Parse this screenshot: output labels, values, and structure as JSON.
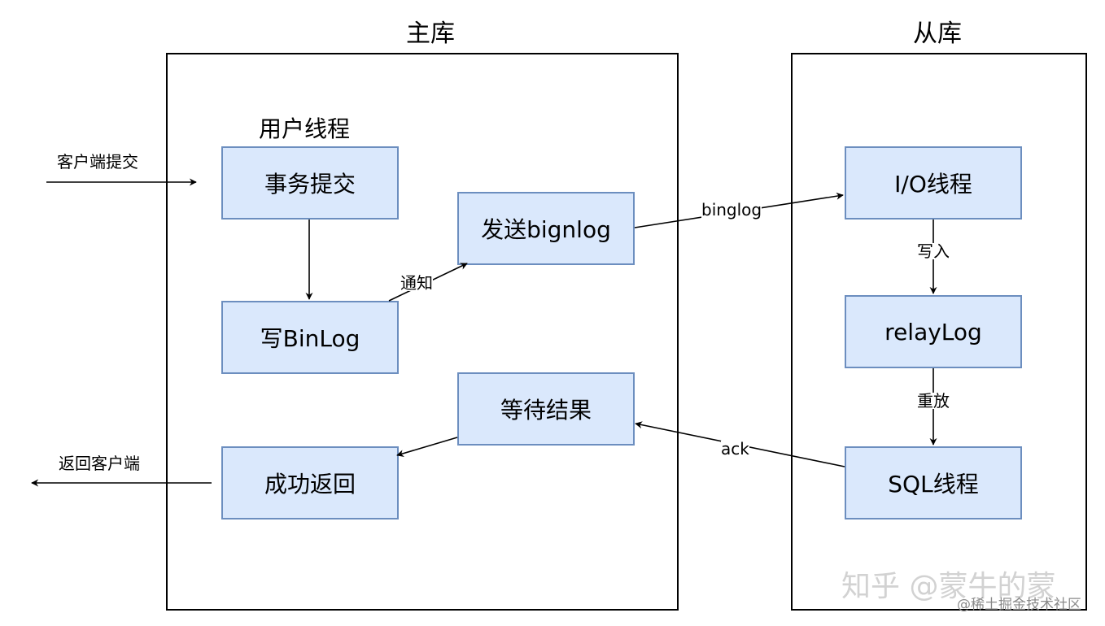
{
  "master": {
    "title": "主库",
    "section_label": "用户线程",
    "boxes": {
      "commit": "事务提交",
      "write_binlog": "写BinLog",
      "send_binlog": "发送bignlog",
      "wait_result": "等待结果",
      "return_success": "成功返回"
    }
  },
  "slave": {
    "title": "从库",
    "boxes": {
      "io_thread": "I/O线程",
      "relay_log": "relayLog",
      "sql_thread": "SQL线程"
    }
  },
  "edge_labels": {
    "client_submit": "客户端提交",
    "return_client": "返回客户端",
    "notify": "通知",
    "binlog": "binglog",
    "write_in": "写入",
    "replay": "重放",
    "ack": "ack"
  },
  "watermark": {
    "main": "知乎 @蒙牛的蒙",
    "sub": "@稀土掘金技术社区"
  },
  "colors": {
    "box_fill": "#dae8fc",
    "box_border": "#6c8ebf",
    "line": "#000000"
  }
}
